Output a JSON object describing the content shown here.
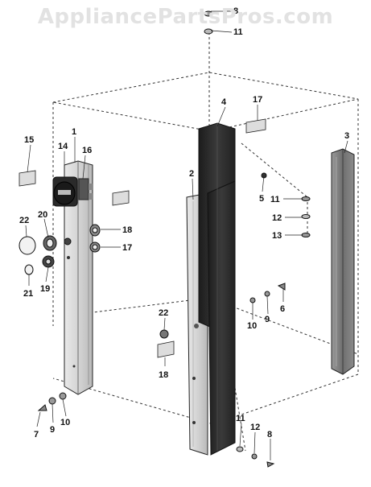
{
  "watermark": "AppliancePartsPros.com",
  "callouts": {
    "c1": "1",
    "c2": "2",
    "c3": "3",
    "c4": "4",
    "c5": "5",
    "c6": "6",
    "c7": "7",
    "c8a": "8",
    "c8b": "8",
    "c9a": "9",
    "c9b": "9",
    "c10a": "10",
    "c10b": "10",
    "c11a": "11",
    "c11b": "11",
    "c11c": "11",
    "c12a": "12",
    "c12b": "12",
    "c13": "13",
    "c14": "14",
    "c15": "15",
    "c16": "16",
    "c17a": "17",
    "c17b": "17",
    "c18a": "18",
    "c18b": "18",
    "c19": "19",
    "c20": "20",
    "c21": "21",
    "c22a": "22",
    "c22b": "22"
  },
  "colors": {
    "line": "#222222",
    "dark_post": "#2b2b2b",
    "mid_post": "#8a8a8a",
    "light_post": "#d9d9d9"
  }
}
